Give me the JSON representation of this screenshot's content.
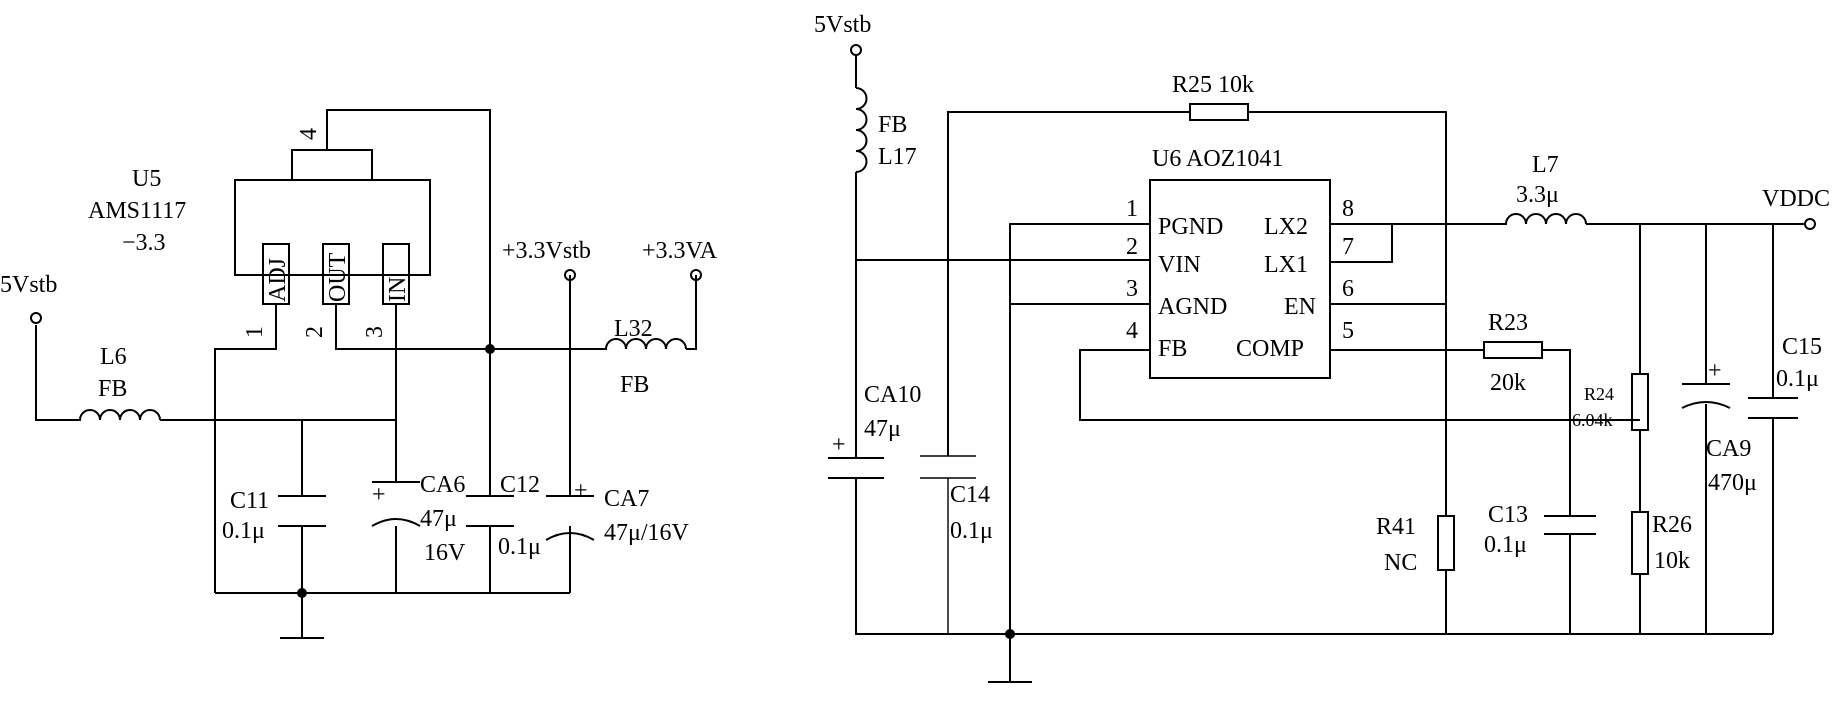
{
  "left": {
    "u5_ref": "U5",
    "u5_part": "AMS1117",
    "u5_variant": "−3.3",
    "pin_adj": "ADJ",
    "pin_out": "OUT",
    "pin_in": "IN",
    "pin1": "1",
    "pin2": "2",
    "pin3": "3",
    "pin4": "4",
    "net_5vstb": "5Vstb",
    "net_33vstb": "+3.3Vstb",
    "net_33va": "+3.3VA",
    "l6_ref": "L6",
    "l6_val": "FB",
    "l32_ref": "L32",
    "l32_val": "FB",
    "c11_ref": "C11",
    "c11_val": "0.1μ",
    "ca6_ref": "CA6",
    "ca6_val": "47μ",
    "ca6_volt": "16V",
    "c12_ref": "C12",
    "c12_val": "0.1μ",
    "ca7_ref": "CA7",
    "ca7_val": "47μ/16V"
  },
  "right": {
    "net_5vstb": "5Vstb",
    "l17_val": "FB",
    "l17_ref": "L17",
    "r25_label": "R25 10k",
    "u6_label": "U6 AOZ1041",
    "p1": "1",
    "p2": "2",
    "p3": "3",
    "p4": "4",
    "p5": "5",
    "p6": "6",
    "p7": "7",
    "p8": "8",
    "pgnd": "PGND",
    "vin": "VIN",
    "agnd": "AGND",
    "fb": "FB",
    "lx2": "LX2",
    "lx1": "LX1",
    "en": "EN",
    "comp": "COMP",
    "l7_ref": "L7",
    "l7_val": "3.3μ",
    "net_vddc": "VDDC",
    "r23_ref": "R23",
    "r23_val": "20k",
    "r24_ref": "R24",
    "r24_val": "6.04k",
    "ca10_ref": "CA10",
    "ca10_val": "47μ",
    "c14_ref": "C14",
    "c14_val": "0.1μ",
    "r41_ref": "R41",
    "r41_val": "NC",
    "c13_ref": "C13",
    "c13_val": "0.1μ",
    "r26_ref": "R26",
    "r26_val": "10k",
    "ca9_ref": "CA9",
    "ca9_val": "470μ",
    "c15_ref": "C15",
    "c15_val": "0.1μ"
  }
}
